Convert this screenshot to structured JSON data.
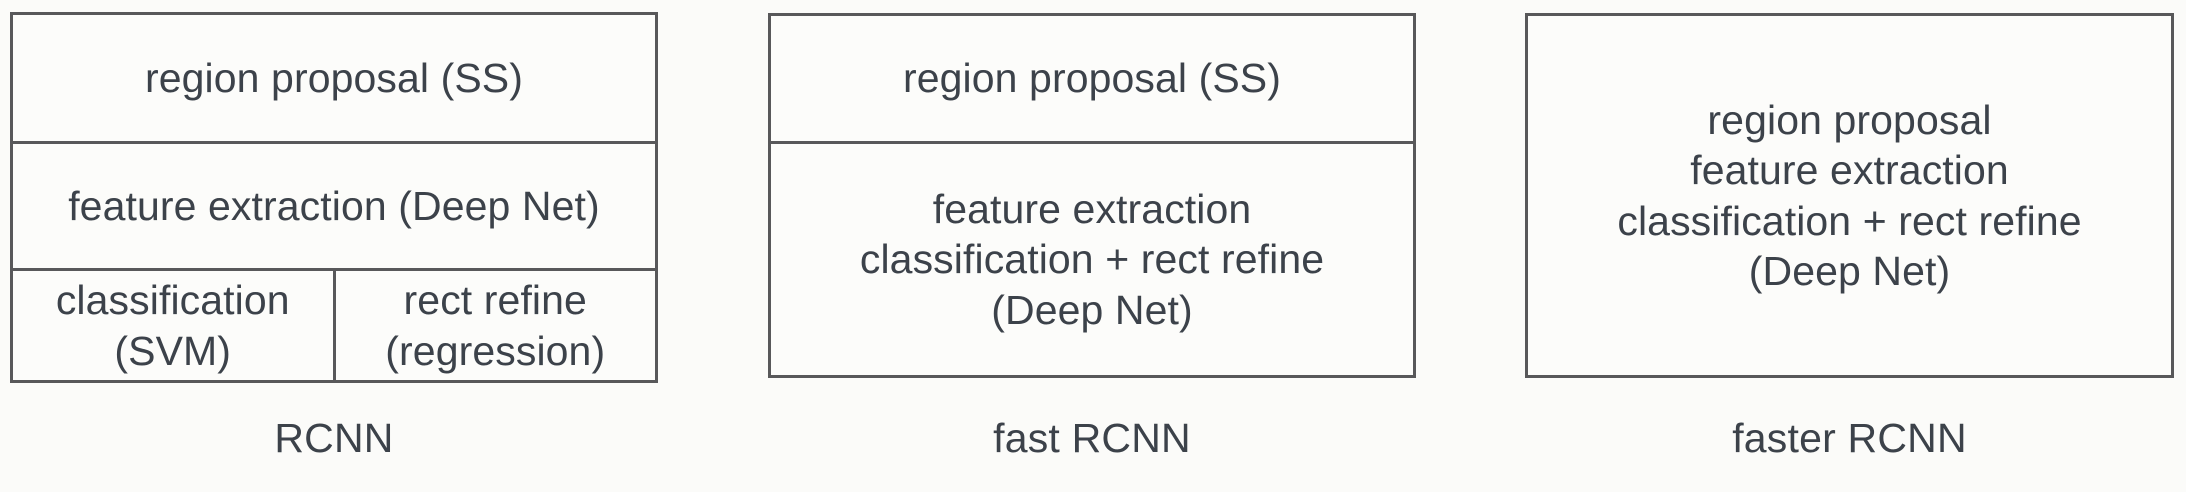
{
  "diagram": {
    "background_color": "#fbfbf9",
    "border_color": "#58585a",
    "text_color": "#3c424a",
    "columns": [
      {
        "id": "rcnn",
        "caption": "RCNN",
        "rows": [
          {
            "cells": [
              "region proposal (SS)"
            ]
          },
          {
            "cells": [
              "feature extraction (Deep Net)"
            ]
          },
          {
            "cells": [
              "classification\n(SVM)",
              "rect refine\n(regression)"
            ]
          }
        ]
      },
      {
        "id": "fast-rcnn",
        "caption": "fast RCNN",
        "rows": [
          {
            "cells": [
              "region proposal (SS)"
            ]
          },
          {
            "cells": [
              "feature extraction\nclassification + rect refine\n(Deep Net)"
            ]
          }
        ]
      },
      {
        "id": "faster-rcnn",
        "caption": "faster RCNN",
        "rows": [
          {
            "cells": [
              "region proposal\nfeature extraction\nclassification + rect refine\n(Deep Net)"
            ]
          }
        ]
      }
    ]
  }
}
